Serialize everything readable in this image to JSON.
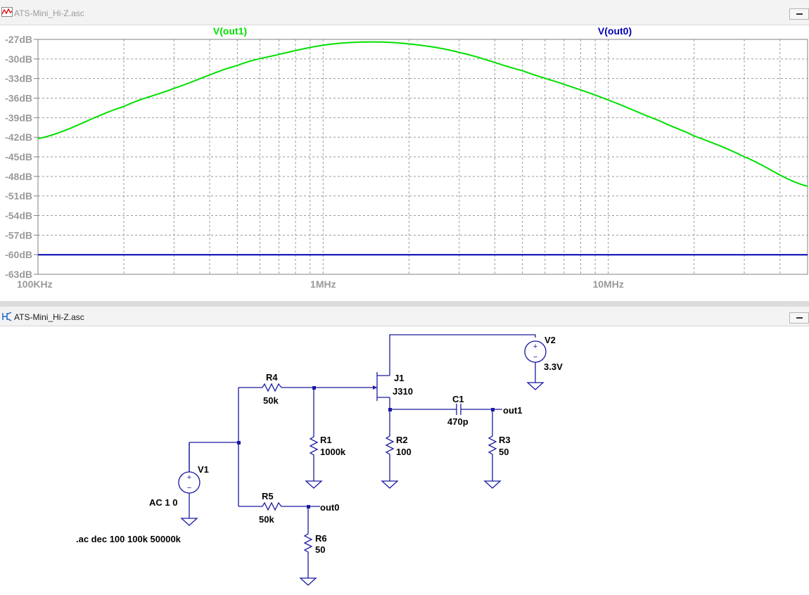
{
  "plot_window": {
    "title": "ATS-Mini_Hi-Z.asc",
    "icon": "waveform-icon",
    "minimize_icon": "minimize-icon"
  },
  "schematic_window": {
    "title": "ATS-Mini_Hi-Z.asc",
    "icon": "schematic-icon",
    "minimize_icon": "minimize-icon"
  },
  "chart_data": {
    "type": "line",
    "x_scale": "log",
    "xlim": [
      100000,
      50000000
    ],
    "ylim": [
      -63,
      -27
    ],
    "yticks": [
      -27,
      -30,
      -33,
      -36,
      -39,
      -42,
      -45,
      -48,
      -51,
      -54,
      -57,
      -60,
      -63
    ],
    "ytick_labels": [
      "-27dB",
      "-30dB",
      "-33dB",
      "-36dB",
      "-39dB",
      "-42dB",
      "-45dB",
      "-48dB",
      "-51dB",
      "-54dB",
      "-57dB",
      "-60dB",
      "-63dB"
    ],
    "xtick_labels": [
      "100KHz",
      "1MHz",
      "10MHz"
    ],
    "xticks": [
      100000,
      1000000,
      10000000
    ],
    "grid": true,
    "series": [
      {
        "name": "V(out1)",
        "color": "#00e000",
        "x": [
          100000,
          200000,
          300000,
          500000,
          700000,
          1000000,
          1400000,
          2000000,
          3000000,
          5000000,
          7000000,
          10000000,
          15000000,
          20000000,
          30000000,
          50000000
        ],
        "y": [
          -42.2,
          -37.3,
          -34.5,
          -31.0,
          -29.3,
          -27.9,
          -27.4,
          -27.7,
          -29.0,
          -31.8,
          -33.9,
          -36.3,
          -39.4,
          -41.8,
          -45.0,
          -49.5
        ]
      },
      {
        "name": "V(out0)",
        "color": "#0000b4",
        "x": [
          100000,
          50000000
        ],
        "y": [
          -60,
          -60
        ]
      }
    ]
  },
  "schematic": {
    "parts": {
      "R4": {
        "name": "R4",
        "value": "50k"
      },
      "R1": {
        "name": "R1",
        "value": "1000k"
      },
      "R5": {
        "name": "R5",
        "value": "50k"
      },
      "R6": {
        "name": "R6",
        "value": "50"
      },
      "R2": {
        "name": "R2",
        "value": "100"
      },
      "R3": {
        "name": "R3",
        "value": "50"
      },
      "C1": {
        "name": "C1",
        "value": "470p"
      },
      "J1": {
        "name": "J1",
        "value": "J310"
      },
      "V1": {
        "name": "V1",
        "value": "AC 1 0"
      },
      "V2": {
        "name": "V2",
        "value": "3.3V"
      }
    },
    "net_labels": {
      "out1": "out1",
      "out0": "out0"
    },
    "directive": ".ac dec 100 100k 50000k"
  }
}
